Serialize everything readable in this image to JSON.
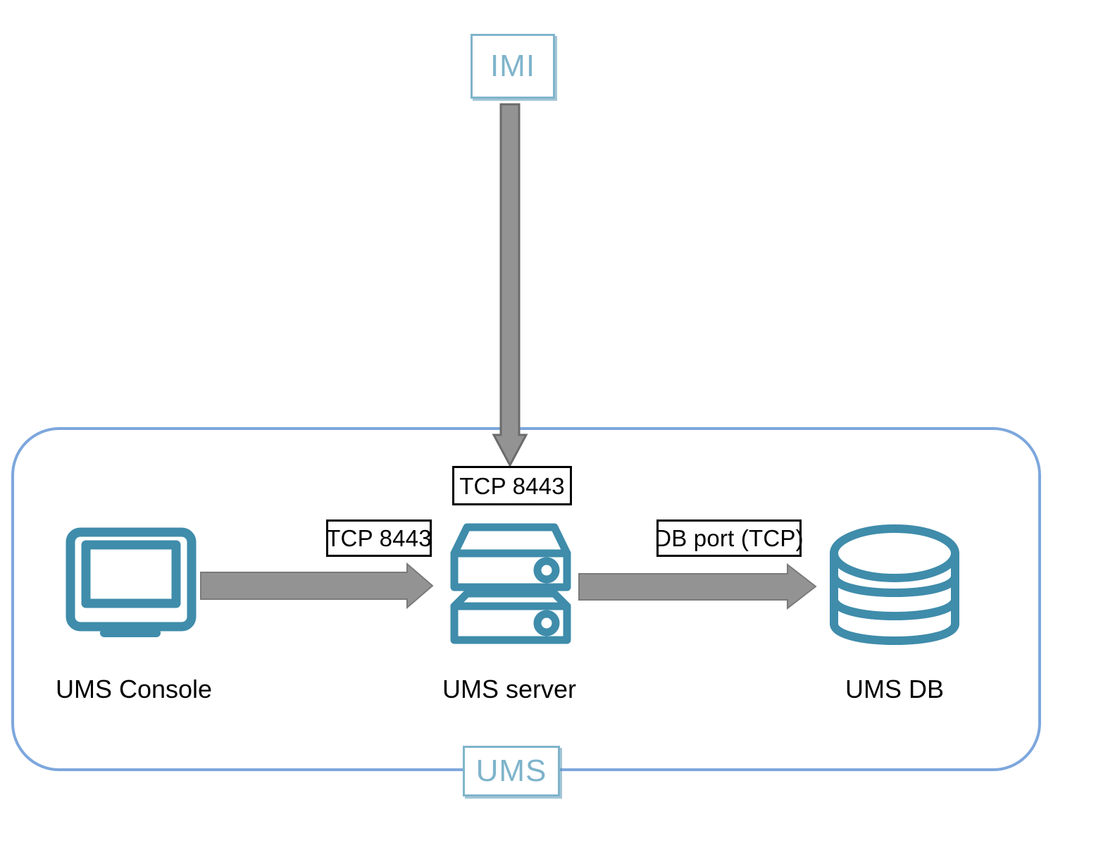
{
  "diagram": {
    "title_zone_external": "IMI",
    "title_zone_internal": "UMS",
    "colors": {
      "icon_teal": "#3f8cab",
      "zone_border_blue": "#7da7dd",
      "zone_tag_teal": "#7fb4cb",
      "arrow_gray": "#939393",
      "arrow_outline": "#6b6b6b",
      "label_border": "#000000",
      "background": "#ffffff"
    },
    "zones": [
      {
        "name": "IMI",
        "kind": "external-tag"
      },
      {
        "name": "UMS",
        "kind": "boundary-container"
      }
    ],
    "nodes": [
      {
        "id": "ums-console",
        "label": "UMS Console",
        "icon": "monitor-icon"
      },
      {
        "id": "ums-server",
        "label": "UMS server",
        "icon": "server-rack-icon"
      },
      {
        "id": "ums-db",
        "label": "UMS DB",
        "icon": "database-cylinder-icon"
      }
    ],
    "connections": [
      {
        "id": "imi-to-server",
        "from": "IMI",
        "to": "ums-server",
        "label": "TCP 8443",
        "direction": "down"
      },
      {
        "id": "console-to-server",
        "from": "ums-console",
        "to": "ums-server",
        "label": "TCP 8443",
        "direction": "right"
      },
      {
        "id": "server-to-db",
        "from": "ums-server",
        "to": "ums-db",
        "label": "DB port (TCP)",
        "direction": "right"
      }
    ],
    "labels": {
      "tcp_top": "TCP 8443",
      "tcp_left": "TCP 8443",
      "db_port": "DB port (TCP)"
    }
  }
}
